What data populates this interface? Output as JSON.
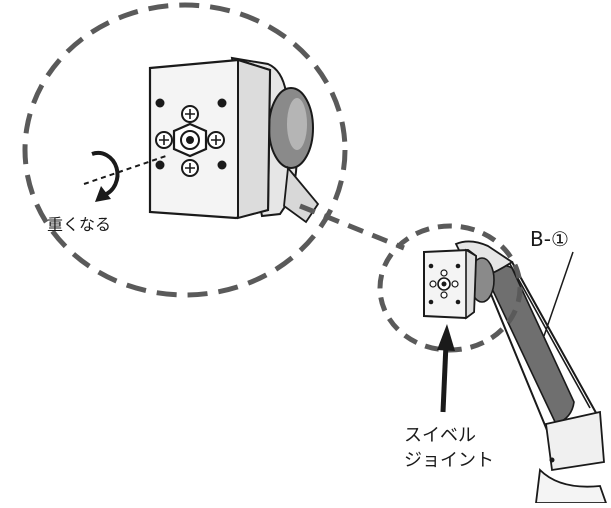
{
  "labels": {
    "heavier": "重くなる",
    "part_code": "B-①",
    "swivel_joint_line1": "スイベル",
    "swivel_joint_line2": "ジョイント"
  },
  "colors": {
    "line": "#1a1a1a",
    "dash": "#5a5a5a",
    "shade": "#7a7a7a"
  }
}
